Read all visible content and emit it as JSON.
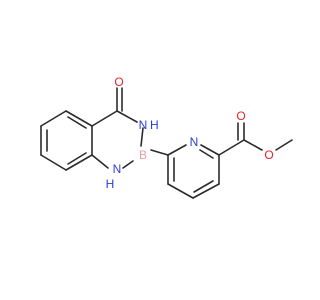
{
  "atoms": {
    "carbonyl_oxygen": "O",
    "ring_nh_top": "N",
    "ring_nh_top_h": "H",
    "boron": "B",
    "ring_nh_bottom": "N",
    "ring_nh_bottom_h": "H",
    "pyridine_nitrogen": "N",
    "ester_carbonyl_oxygen": "O",
    "ester_ether_oxygen": "O"
  },
  "colors": {
    "bond": "#2b2b2b",
    "oxygen": "#e8222a",
    "nitrogen": "#2a3dd6",
    "boron": "#e8a0a0",
    "hydrogen": "#2a3dd6"
  }
}
